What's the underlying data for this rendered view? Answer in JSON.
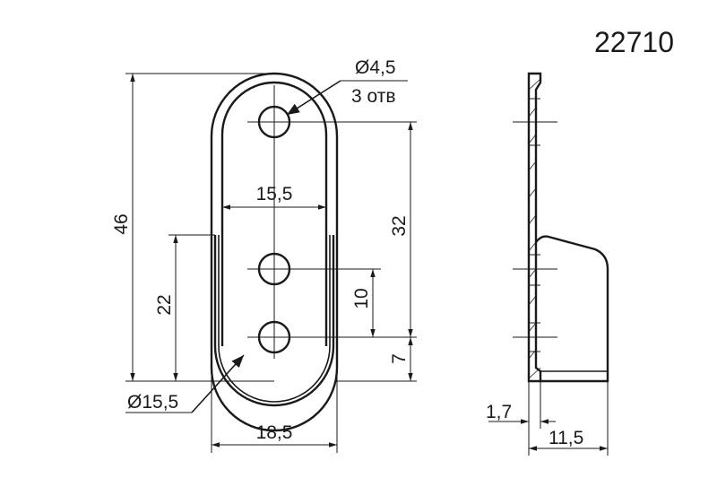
{
  "part_number": "22710",
  "hole_note": {
    "diameter": "Ø4,5",
    "count": "3 отв"
  },
  "dimensions": {
    "overall_height": "46",
    "inner_width": "15,5",
    "hole_spacing_outer": "32",
    "lower_section_height": "22",
    "hole_spacing_inner": "10",
    "bottom_offset": "7",
    "inner_diameter": "Ø15,5",
    "outer_width": "18,5",
    "plate_thickness": "1,7",
    "flange_depth": "11,5"
  }
}
